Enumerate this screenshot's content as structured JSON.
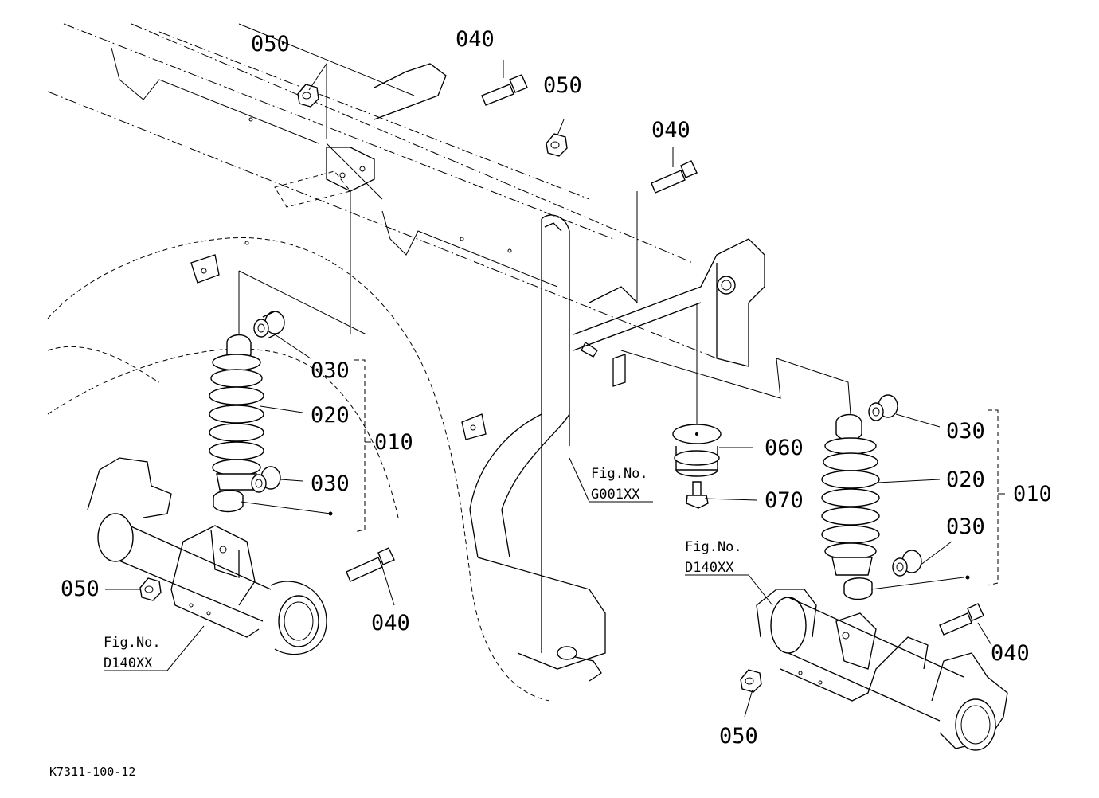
{
  "labels": {
    "p050_a": "050",
    "p040_a": "040",
    "p050_b": "050",
    "p040_b": "040",
    "p030_a": "030",
    "p020_a": "020",
    "p010_a": "010",
    "p030_b": "030",
    "p050_c": "050",
    "p040_c": "040",
    "p060": "060",
    "p070": "070",
    "p030_c": "030",
    "p020_b": "020",
    "p010_b": "010",
    "p030_d": "030",
    "p040_d": "040",
    "p050_d": "050"
  },
  "figure_refs": {
    "left_fig_line1": "Fig.No.",
    "left_fig_line2": "D140XX",
    "center_fig_line1": "Fig.No.",
    "center_fig_line2": "G001XX",
    "right_fig_line1": "Fig.No.",
    "right_fig_line2": "D140XX"
  },
  "drawing_code": "K7311-100-12"
}
